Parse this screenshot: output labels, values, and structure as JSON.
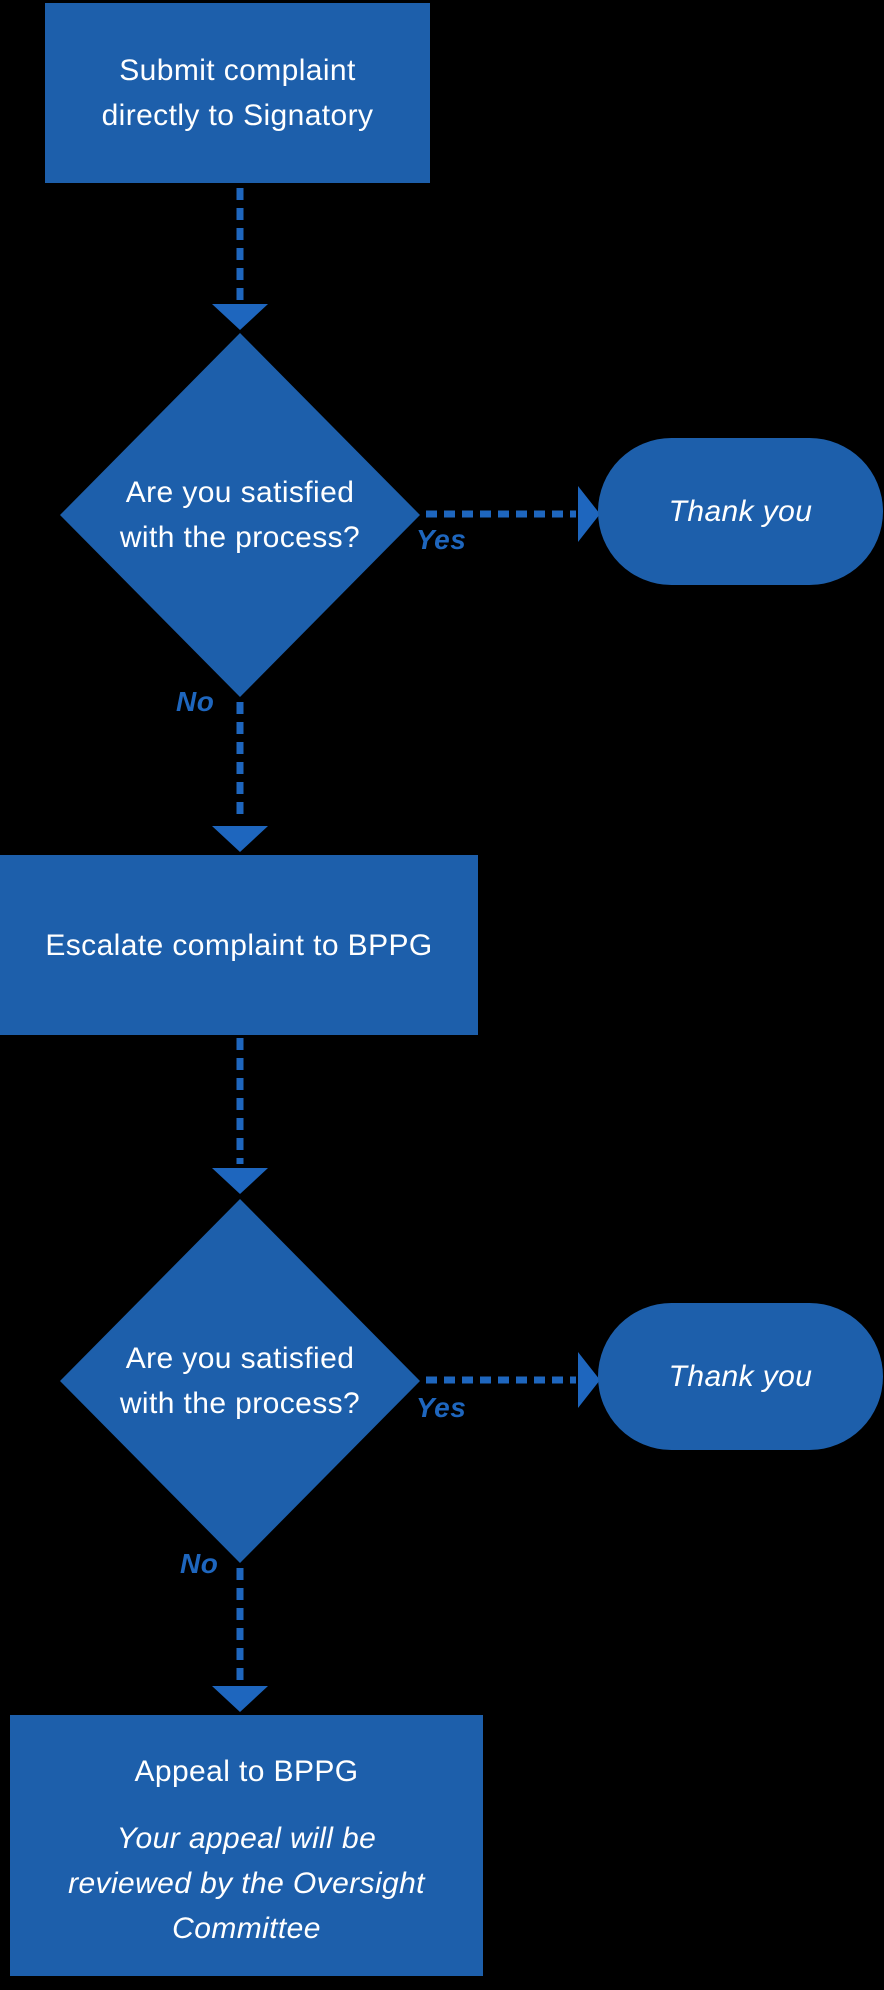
{
  "colors": {
    "shape_blue": "#1D5FAB",
    "accent_blue": "#1E66BE",
    "text_white": "#FFFFFF",
    "background": "#000000"
  },
  "icons": {
    "arrowhead_down": "triangle-down",
    "arrowhead_right": "triangle-right"
  },
  "flow": {
    "start": {
      "label": "Submit complaint directly to Signatory"
    },
    "decision1": {
      "label": "Are you satisfied with the process?",
      "yes": "Yes",
      "no": "No"
    },
    "thank_you_1": {
      "label": "Thank you"
    },
    "escalate": {
      "label": "Escalate complaint to BPPG"
    },
    "decision2": {
      "label": "Are you satisfied with the process?",
      "yes": "Yes",
      "no": "No"
    },
    "thank_you_2": {
      "label": "Thank you"
    },
    "appeal": {
      "title": "Appeal to BPPG",
      "body": "Your appeal will be reviewed by the Oversight Committee"
    }
  }
}
